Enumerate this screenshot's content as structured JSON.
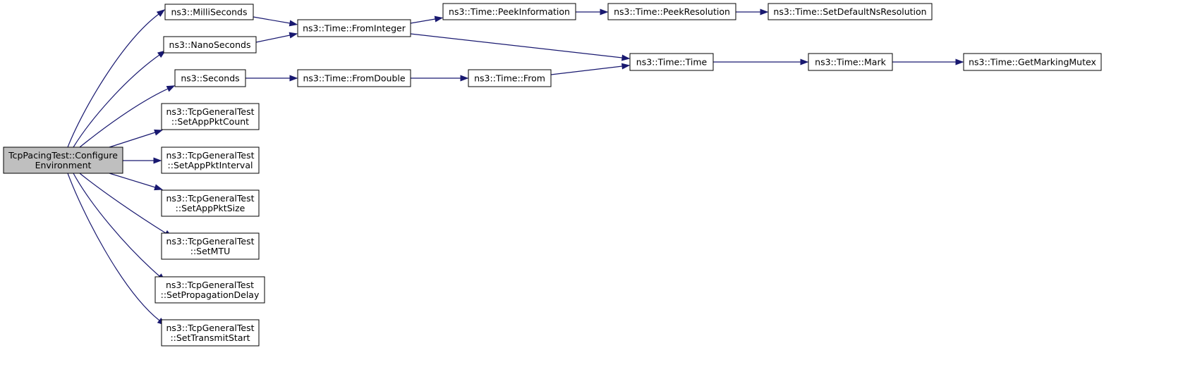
{
  "diagram": {
    "title": "",
    "colors": {
      "edge": "#191970",
      "root_fill": "#bfbfbf",
      "node_fill": "#ffffff",
      "node_border": "#000000"
    },
    "nodes": [
      {
        "id": "root",
        "lines": [
          "TcpPacingTest::Configure",
          "Environment"
        ],
        "root": true
      },
      {
        "id": "milli",
        "lines": [
          "ns3::MilliSeconds"
        ]
      },
      {
        "id": "nano",
        "lines": [
          "ns3::NanoSeconds"
        ]
      },
      {
        "id": "seconds",
        "lines": [
          "ns3::Seconds"
        ]
      },
      {
        "id": "pktcount",
        "lines": [
          "ns3::TcpGeneralTest",
          "::SetAppPktCount"
        ]
      },
      {
        "id": "pktinterval",
        "lines": [
          "ns3::TcpGeneralTest",
          "::SetAppPktInterval"
        ]
      },
      {
        "id": "pktsize",
        "lines": [
          "ns3::TcpGeneralTest",
          "::SetAppPktSize"
        ]
      },
      {
        "id": "mtu",
        "lines": [
          "ns3::TcpGeneralTest",
          "::SetMTU"
        ]
      },
      {
        "id": "propdelay",
        "lines": [
          "ns3::TcpGeneralTest",
          "::SetPropagationDelay"
        ]
      },
      {
        "id": "txstart",
        "lines": [
          "ns3::TcpGeneralTest",
          "::SetTransmitStart"
        ]
      },
      {
        "id": "fromint",
        "lines": [
          "ns3::Time::FromInteger"
        ]
      },
      {
        "id": "fromdouble",
        "lines": [
          "ns3::Time::FromDouble"
        ]
      },
      {
        "id": "peekinfo",
        "lines": [
          "ns3::Time::PeekInformation"
        ]
      },
      {
        "id": "from",
        "lines": [
          "ns3::Time::From"
        ]
      },
      {
        "id": "peekres",
        "lines": [
          "ns3::Time::PeekResolution"
        ]
      },
      {
        "id": "time",
        "lines": [
          "ns3::Time::Time"
        ]
      },
      {
        "id": "setdefault",
        "lines": [
          "ns3::Time::SetDefaultNsResolution"
        ]
      },
      {
        "id": "mark",
        "lines": [
          "ns3::Time::Mark"
        ]
      },
      {
        "id": "mutex",
        "lines": [
          "ns3::Time::GetMarkingMutex"
        ]
      }
    ],
    "edges": [
      {
        "from": "root",
        "to": "milli"
      },
      {
        "from": "root",
        "to": "nano"
      },
      {
        "from": "root",
        "to": "seconds"
      },
      {
        "from": "root",
        "to": "pktcount"
      },
      {
        "from": "root",
        "to": "pktinterval"
      },
      {
        "from": "root",
        "to": "pktsize"
      },
      {
        "from": "root",
        "to": "mtu"
      },
      {
        "from": "root",
        "to": "propdelay"
      },
      {
        "from": "root",
        "to": "txstart"
      },
      {
        "from": "milli",
        "to": "fromint"
      },
      {
        "from": "nano",
        "to": "fromint"
      },
      {
        "from": "seconds",
        "to": "fromdouble"
      },
      {
        "from": "fromint",
        "to": "peekinfo"
      },
      {
        "from": "fromint",
        "to": "time"
      },
      {
        "from": "fromdouble",
        "to": "from"
      },
      {
        "from": "from",
        "to": "time"
      },
      {
        "from": "peekinfo",
        "to": "peekres"
      },
      {
        "from": "peekres",
        "to": "setdefault"
      },
      {
        "from": "time",
        "to": "mark"
      },
      {
        "from": "mark",
        "to": "mutex"
      }
    ]
  }
}
